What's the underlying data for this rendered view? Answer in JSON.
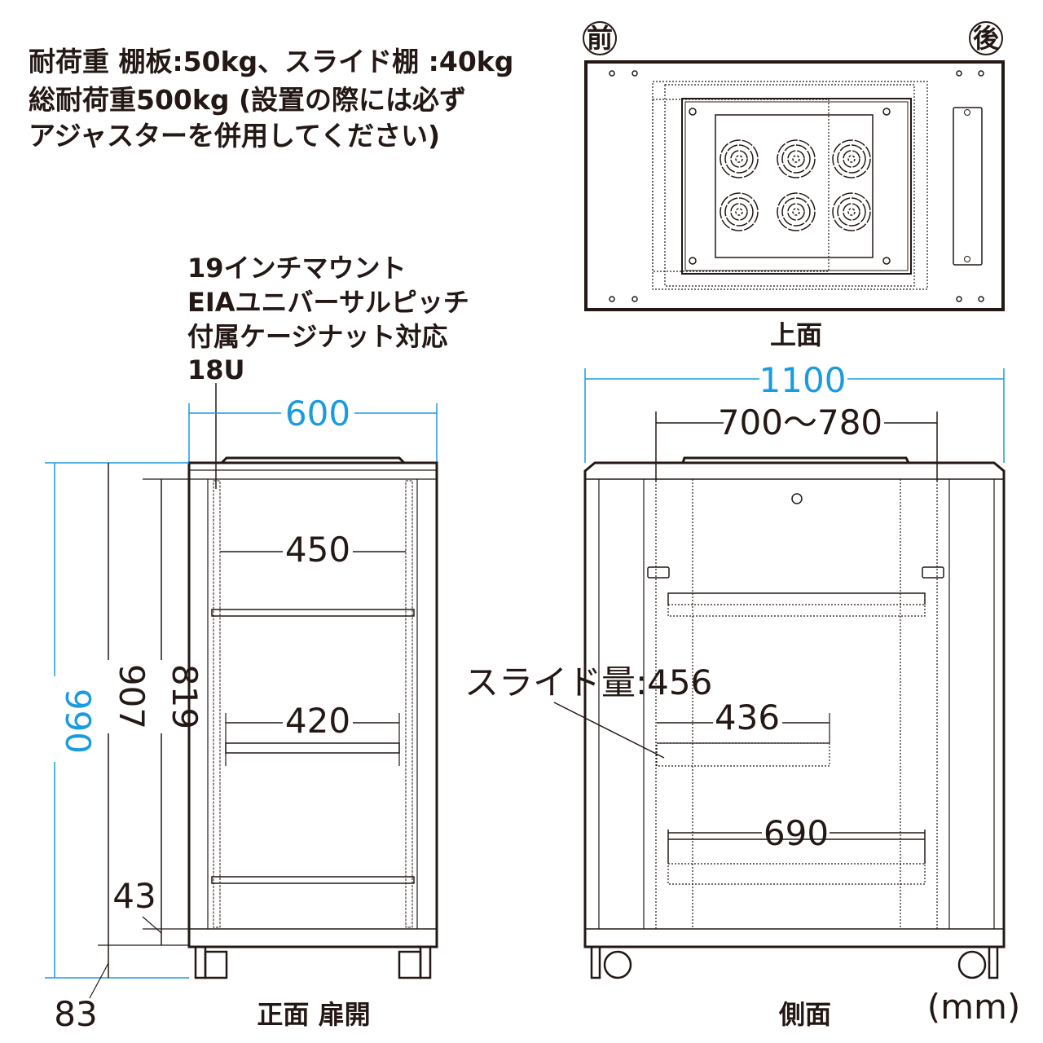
{
  "notes": {
    "line1": "耐荷重 棚板:50kg、スライド棚 :40kg",
    "line2": "総耐荷重500kg (設置の際には必ず",
    "line3": "アジャスターを併用してください)"
  },
  "spec": {
    "line1": "19インチマウント",
    "line2": "EIAユニバーサルピッチ",
    "line3": "付属ケージナット対応",
    "line4": "18U"
  },
  "top_view": {
    "front_mark": "前",
    "rear_mark": "後",
    "label": "上面"
  },
  "front_view": {
    "label": "正面 扉開",
    "width": "600",
    "height_total": "990",
    "height_body": "907",
    "height_inner": "819",
    "rail_depth_upper": "450",
    "rail_depth_lower": "420",
    "dim_43": "43",
    "dim_83": "83"
  },
  "side_view": {
    "label": "側面",
    "depth": "1100",
    "rail_range": "700〜780",
    "slide_amount": "スライド量:456",
    "slide_shelf": "436",
    "shelf": "690"
  },
  "unit": "(mm)",
  "colors": {
    "dimension_blue": "#1a9be0",
    "line": "#231815"
  }
}
